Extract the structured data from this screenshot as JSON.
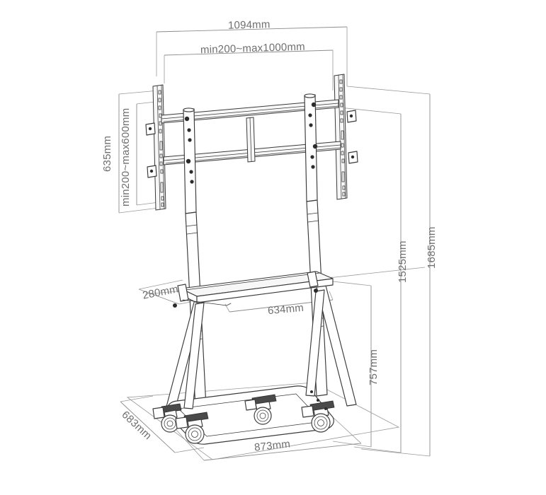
{
  "drawing": {
    "title": "Mobile TV Cart Technical Dimension Drawing",
    "units": "mm",
    "background_color": "#ffffff",
    "line_color": "#3a3a3a",
    "dimension_line_color": "#8c8c8c",
    "dimension_text_color": "#6f6f6f"
  },
  "dimensions": {
    "overall_width_top": "1094mm",
    "mount_width_range": "min200~max1000mm",
    "mount_height_overall": "635mm",
    "mount_height_range": "min200~max600mm",
    "shelf_depth": "280mm",
    "shelf_width": "634mm",
    "shelf_height_from_floor": "757mm",
    "screen_mount_height": "1525mm",
    "total_height": "1685mm",
    "base_width": "873mm",
    "base_depth": "683mm"
  },
  "labels": [
    {
      "id": "width-1094",
      "text": "1094mm"
    },
    {
      "id": "mount-width-range",
      "text": "min200~max1000mm"
    },
    {
      "id": "height-635",
      "text": "635mm"
    },
    {
      "id": "mount-height-range",
      "text": "min200~max600mm"
    },
    {
      "id": "depth-280",
      "text": "280mm"
    },
    {
      "id": "shelf-634",
      "text": "634mm"
    },
    {
      "id": "height-757",
      "text": "757mm"
    },
    {
      "id": "height-1525",
      "text": "1525mm"
    },
    {
      "id": "height-1685",
      "text": "1685mm"
    },
    {
      "id": "base-873",
      "text": "873mm"
    },
    {
      "id": "base-683",
      "text": "683mm"
    }
  ],
  "components": {
    "mount_rails": "vertical-perforated-rails",
    "crossbars": "two-horizontal-crossbars",
    "columns": "two-angled-vertical-posts",
    "shelf": "rectangular-accessory-shelf",
    "legs": "four-splayed-legs",
    "casters": "four-swivel-casters",
    "base_frame": "rounded-rectangular-tube-frame"
  }
}
